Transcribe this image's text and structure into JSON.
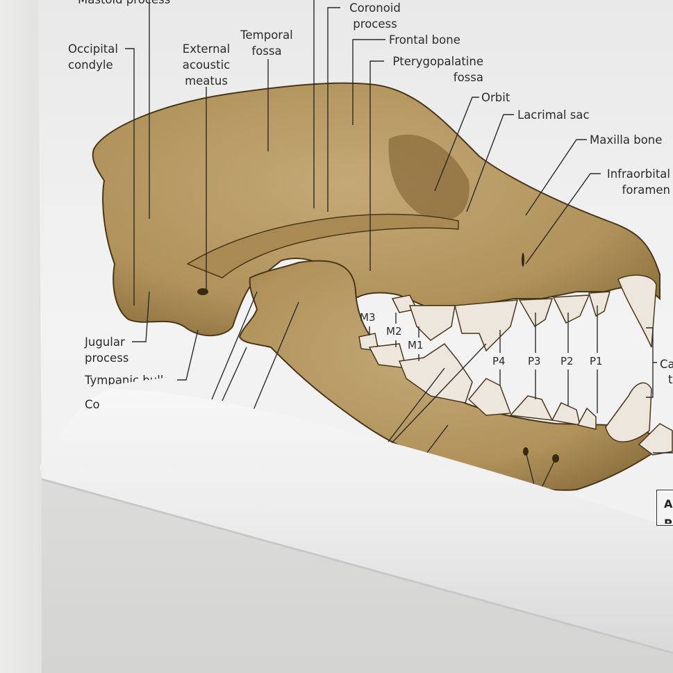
{
  "labels": {
    "mastoid_process": "Mastoid process",
    "occipital_condyle": "Occipital condyle",
    "temporal_fossa": "Temporal fossa",
    "external_acoustic_meatus": "External acoustic meatus",
    "coronoid_process": "Coronoid process",
    "frontal_bone": "Frontal bone",
    "pterygopalatine_fossa": "Pterygopalatine fossa",
    "orbit": "Orbit",
    "lacrimal_sac": "Lacrimal sac",
    "maxilla_bone": "Maxilla bone",
    "infraorbital_foramen": "Infraorbital foramen",
    "jugular_process": "Jugular process",
    "tympanic_bulla": "Tympanic bulla",
    "co_partial": "Co",
    "canine_partial_1": "Ca",
    "canine_partial_2": "t"
  },
  "teeth": [
    "M3",
    "M2",
    "M1",
    "P4",
    "P3",
    "P2",
    "P1"
  ],
  "legend_box": {
    "line1": "A",
    "line2": "P"
  },
  "colors": {
    "bone": "#b0925a",
    "bone_dark": "#7a5f33",
    "tooth": "#ece6dc",
    "paper": "#f2f2f2",
    "wall": "#dcdcda"
  }
}
